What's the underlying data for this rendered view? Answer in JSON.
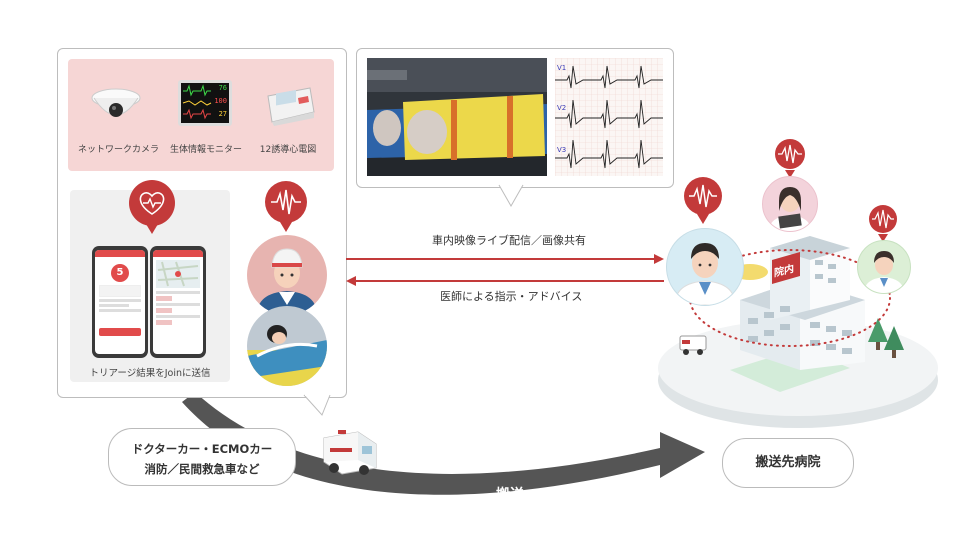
{
  "devices": {
    "camera_label": "ネットワークカメラ",
    "monitor_label": "生体情報モニター",
    "ecg_label": "12誘導心電図",
    "monitor_values": [
      "76",
      "100",
      "27"
    ]
  },
  "triage": {
    "caption": "トリアージ結果をJoinに送信",
    "score": "5"
  },
  "ecg_leads": [
    "V1",
    "V2",
    "V3"
  ],
  "arrows": {
    "to_hospital": "車内映像ライブ配信／画像共有",
    "to_vehicle": "医師による指示・アドバイス"
  },
  "vehicle": {
    "line1": "ドクターカー・ECMOカー",
    "line2": "消防／民間救急車など"
  },
  "transport_label": "搬送",
  "hospital": {
    "label": "搬送先病院",
    "sign": "院内"
  },
  "colors": {
    "accent_red": "#c33a3a",
    "pink_panel": "#f6d6d5",
    "gray_arrow": "#555555"
  }
}
